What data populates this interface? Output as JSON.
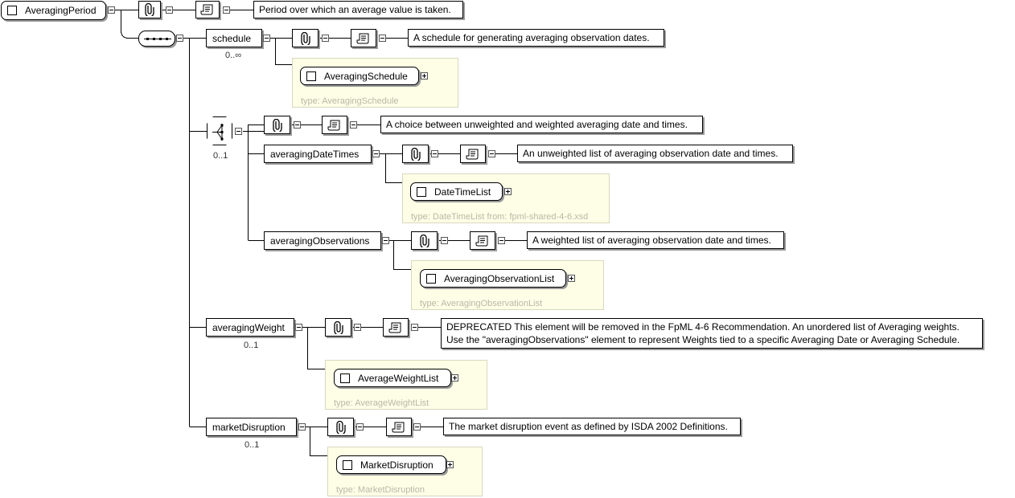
{
  "root": {
    "name": "AveragingPeriod",
    "doc": "Period over which an average value is taken."
  },
  "schedule": {
    "name": "schedule",
    "multiplicity": "0..∞",
    "doc": "A schedule for generating averaging observation dates.",
    "type_name": "AveragingSchedule",
    "type_label": "type: AveragingSchedule"
  },
  "choice": {
    "multiplicity": "0..1",
    "doc": "A choice between unweighted and weighted averaging date and times."
  },
  "averagingDateTimes": {
    "name": "averagingDateTimes",
    "doc": "An unweighted list of averaging observation date and times.",
    "type_name": "DateTimeList",
    "type_label": "type: DateTimeList from: fpml-shared-4-6.xsd"
  },
  "averagingObservations": {
    "name": "averagingObservations",
    "doc": "A weighted list of averaging observation date and times.",
    "type_name": "AveragingObservationList",
    "type_label": "type: AveragingObservationList"
  },
  "averagingWeight": {
    "name": "averagingWeight",
    "multiplicity": "0..1",
    "doc_line1": "DEPRECATED This element will be removed in the FpML 4-6 Recommendation. An unordered list of Averaging weights.",
    "doc_line2": "Use the \"averagingObservations\" element to represent Weights tied to a specific Averaging Date or Averaging Schedule.",
    "type_name": "AverageWeightList",
    "type_label": "type: AverageWeightList"
  },
  "marketDisruption": {
    "name": "marketDisruption",
    "multiplicity": "0..1",
    "doc": "The market disruption event as defined by ISDA 2002 Definitions.",
    "type_name": "MarketDisruption",
    "type_label": "type: MarketDisruption"
  },
  "icons": {
    "annotation": "paperclip-icon",
    "documentation": "scroll-icon",
    "sequence": "sequence-compositor-icon",
    "choice": "choice-compositor-icon"
  },
  "colors": {
    "type_card_bg": "#fefee6",
    "type_card_border": "#d8d8c0",
    "type_label": "#b8b8a8"
  }
}
